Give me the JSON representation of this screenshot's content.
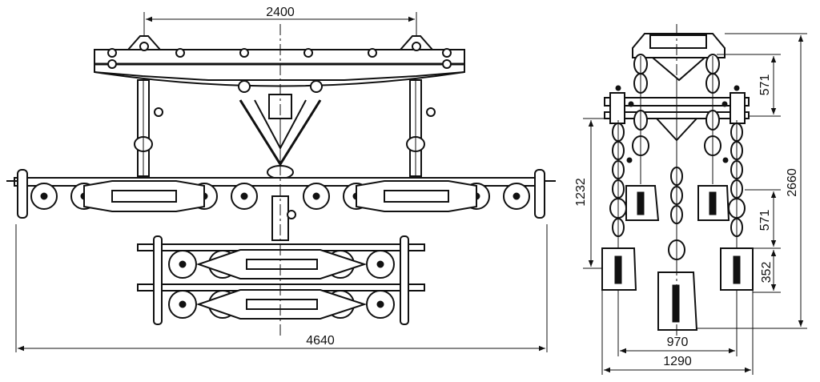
{
  "dimensions": {
    "top_width": "2400",
    "overall_width": "4640",
    "side_height_upper": "571",
    "side_height_lower": "571",
    "side_height_total": "2660",
    "side_height_left": "1232",
    "side_height_small": "352",
    "side_width_inner": "970",
    "side_width_outer": "1290"
  }
}
